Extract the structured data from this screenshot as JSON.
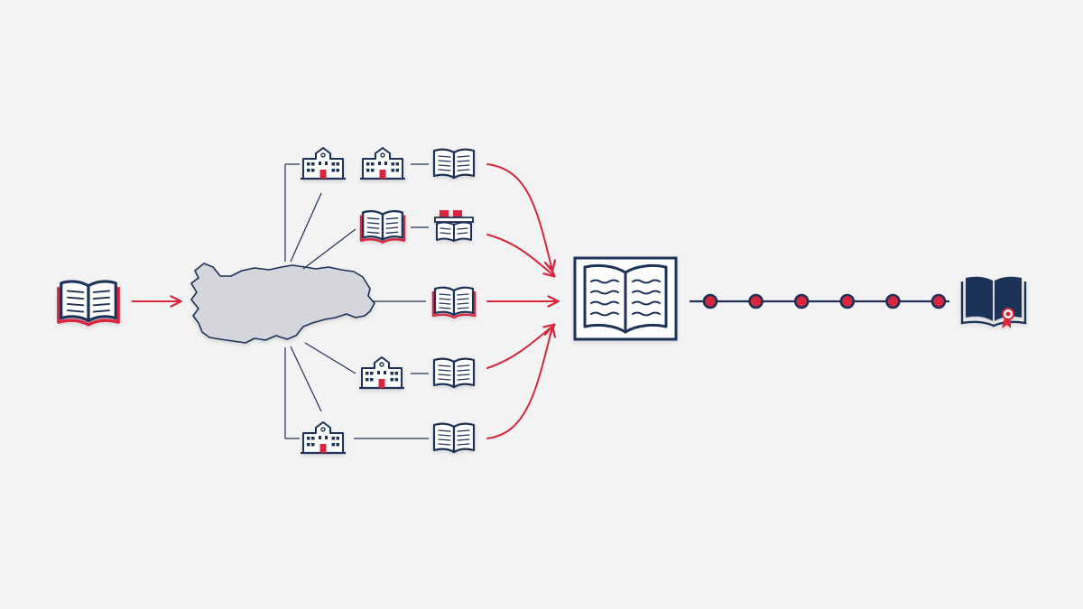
{
  "colors": {
    "background": "#f3f3f4",
    "navy": "#1f3057",
    "red": "#d7263d",
    "map_fill": "#d4d6db",
    "icon_fill": "#ffffff",
    "connector": "#1f3057"
  },
  "icons": {
    "source": "open-book-icon",
    "region": "turkey-map",
    "institution": "school-building-icon",
    "stack": "book-stack-icon",
    "book": "open-book-icon",
    "hub": "large-open-book-icon",
    "result": "certified-book-icon",
    "milestone": "timeline-dot"
  },
  "diagram": {
    "branches": [
      {
        "id": "branch-1",
        "items": [
          "institution",
          "institution",
          "book"
        ]
      },
      {
        "id": "branch-2",
        "items": [
          "book",
          "stack"
        ]
      },
      {
        "id": "branch-3",
        "items": [
          "book"
        ]
      },
      {
        "id": "branch-4",
        "items": [
          "institution",
          "book"
        ]
      },
      {
        "id": "branch-5",
        "items": [
          "institution",
          "book"
        ]
      }
    ],
    "timeline_steps": 6
  }
}
